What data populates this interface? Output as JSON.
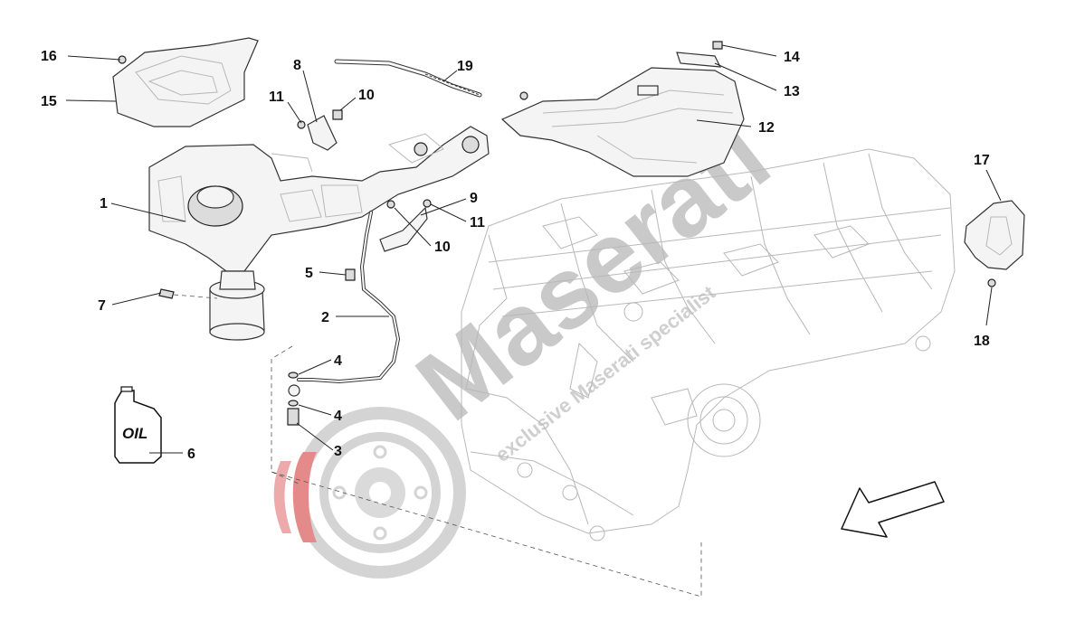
{
  "watermark": {
    "brand": "Maserati",
    "tagline": "exclusive Maserati specialist",
    "colors": {
      "text": "#c9c9c9",
      "red": "#e26b6b",
      "disc": "#cfcfcf"
    }
  },
  "callouts": [
    {
      "id": "1",
      "label": "1"
    },
    {
      "id": "2",
      "label": "2"
    },
    {
      "id": "3",
      "label": "3"
    },
    {
      "id": "4a",
      "label": "4"
    },
    {
      "id": "4b",
      "label": "4"
    },
    {
      "id": "5",
      "label": "5"
    },
    {
      "id": "6",
      "label": "6"
    },
    {
      "id": "7",
      "label": "7"
    },
    {
      "id": "8",
      "label": "8"
    },
    {
      "id": "9",
      "label": "9"
    },
    {
      "id": "10a",
      "label": "10"
    },
    {
      "id": "10b",
      "label": "10"
    },
    {
      "id": "11a",
      "label": "11"
    },
    {
      "id": "11b",
      "label": "11"
    },
    {
      "id": "12",
      "label": "12"
    },
    {
      "id": "13",
      "label": "13"
    },
    {
      "id": "14",
      "label": "14"
    },
    {
      "id": "15",
      "label": "15"
    },
    {
      "id": "16",
      "label": "16"
    },
    {
      "id": "17",
      "label": "17"
    },
    {
      "id": "18",
      "label": "18"
    },
    {
      "id": "19",
      "label": "19"
    }
  ],
  "oil_can": {
    "label": "OIL"
  },
  "direction_arrow": {
    "icon": "front-direction-arrow-icon"
  }
}
